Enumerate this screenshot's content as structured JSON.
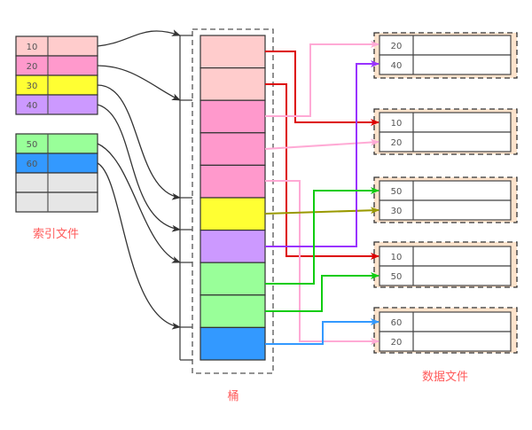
{
  "captions": {
    "index_file": "索引文件",
    "bucket": "桶",
    "data_file": "数据文件"
  },
  "colors": {
    "pink_light": "#ffcccc",
    "pink": "#ff99cc",
    "yellow": "#ffff33",
    "purple": "#cc99ff",
    "green": "#99ff99",
    "blue": "#3399ff",
    "gray": "#e6e6e6",
    "data_bg": "#fde3cc",
    "caption": "#ff5a5a",
    "arrow_red": "#dd0000",
    "arrow_pink": "#ffaad5",
    "arrow_purple": "#9933ff",
    "arrow_green": "#11cc11",
    "arrow_olive": "#999900",
    "arrow_blue": "#3399ff",
    "arrow_dark": "#333333"
  },
  "index_tables": [
    {
      "rows": [
        {
          "key": "10",
          "color": "#ffcccc"
        },
        {
          "key": "20",
          "color": "#ff99cc"
        },
        {
          "key": "30",
          "color": "#ffff33"
        },
        {
          "key": "40",
          "color": "#cc99ff"
        }
      ]
    },
    {
      "rows": [
        {
          "key": "50",
          "color": "#99ff99"
        },
        {
          "key": "60",
          "color": "#3399ff"
        },
        {
          "key": "",
          "color": "#e6e6e6"
        },
        {
          "key": "",
          "color": "#e6e6e6"
        }
      ]
    }
  ],
  "buckets": [
    {
      "color": "#ffcccc"
    },
    {
      "color": "#ffcccc"
    },
    {
      "color": "#ff99cc"
    },
    {
      "color": "#ff99cc"
    },
    {
      "color": "#ff99cc"
    },
    {
      "color": "#ffff33"
    },
    {
      "color": "#cc99ff"
    },
    {
      "color": "#99ff99"
    },
    {
      "color": "#99ff99"
    },
    {
      "color": "#3399ff"
    }
  ],
  "data_files": [
    {
      "rows": [
        "20",
        "40"
      ]
    },
    {
      "rows": [
        "10",
        "20"
      ]
    },
    {
      "rows": [
        "50",
        "30"
      ]
    },
    {
      "rows": [
        "10",
        "50"
      ]
    },
    {
      "rows": [
        "60",
        "20"
      ]
    }
  ]
}
